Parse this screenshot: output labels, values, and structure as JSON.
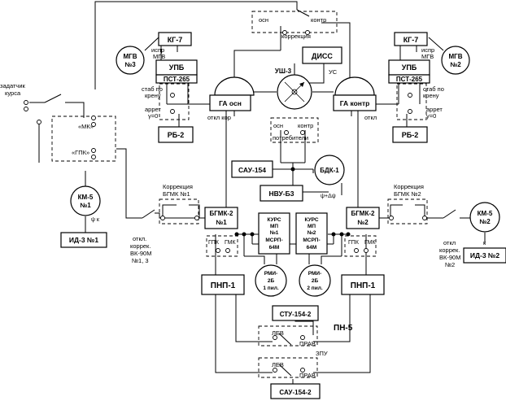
{
  "blocks": {
    "kg7_left": "КГ-7",
    "upb_left": "УПБ",
    "pst_left": "ПСТ-265",
    "mgv3": [
      "МГВ",
      "№3"
    ],
    "kg7_right": "КГ-7",
    "upb_right": "УПБ",
    "pst_right": "ПСТ-265",
    "mgv2": [
      "МГВ",
      "№2"
    ],
    "diss": "ДИСС",
    "ush3": "УШ-3",
    "ga_osn": "ГА осн",
    "ga_kontr": "ГА контр",
    "rb2_left": "РБ-2",
    "rb2_right": "РБ-2",
    "sau154": "САУ-154",
    "bdk1": "БДК-1",
    "nvu_b3": "НВУ-Б3",
    "km5_left": [
      "КМ-5",
      "№1"
    ],
    "km5_right": [
      "КМ-5",
      "№2"
    ],
    "id3_left": "ИД-3 №1",
    "id3_right": "ИД-3 №2",
    "bgmk2_left": [
      "БГМК-2",
      "№1"
    ],
    "bgmk2_right": [
      "БГМК-2",
      "№2"
    ],
    "kurs_mp1": [
      "КУРС",
      "МП",
      "№1",
      "МСРП-",
      "64М"
    ],
    "kurs_mp2": [
      "КУРС",
      "МП",
      "№2",
      "МСРП-",
      "64М"
    ],
    "rmi_1": [
      "РМИ-",
      "2Б",
      "1 пил."
    ],
    "rmi_2": [
      "РМИ-",
      "2Б",
      "2 пил."
    ],
    "pnp_left": "ПНП-1",
    "pnp_right": "ПНП-1",
    "stu154": "СТУ-154-2",
    "sau154_2": "САУ-154-2",
    "pn5": "ПН-5"
  },
  "labels": {
    "zadatchik": [
      "задатчик",
      "курса"
    ],
    "mk": "«МК»",
    "gpk": "«ГПК»",
    "osn_korr": "осн",
    "kontr_korr": "контр",
    "korrektsiya": "коррекция",
    "ispr_mgv_left": [
      "испр",
      "МГВ"
    ],
    "ispr_mgv_right": [
      "испр",
      "МГВ"
    ],
    "stab_left": [
      "стаб по",
      "крену"
    ],
    "stab_right": [
      "стаб по",
      "крену"
    ],
    "arret_left": [
      "аррет",
      "γ=0"
    ],
    "arret_right": [
      "аррет",
      "γ=0"
    ],
    "otkl_kor": "откл кор",
    "otkl": "откл",
    "us": "УС",
    "osn_potr": "осн",
    "kontr_potr": "контр",
    "potrebiteli": "потребители",
    "psi_dpsi": "ψ+Δψ",
    "psi_k_left": "ψ к",
    "psi_k_right": "к",
    "korr_bgmk1": [
      "Коррекция",
      "БГМК №1"
    ],
    "korr_bgmk2": [
      "Коррекция",
      "БГМК №2"
    ],
    "otkl_korrek_left": [
      "откл.",
      "коррек.",
      "ВК-90М",
      "№1, 3"
    ],
    "otkl_korrek_right": [
      "откл",
      "коррек.",
      "ВК-90М",
      "№2"
    ],
    "gpk_l": "ГПК",
    "gmk_l": "ГМК",
    "gpk_r": "ГПК",
    "gmk_r": "ГМК",
    "lev_1": "ЛЕВ",
    "prav_1": "ПРАВ",
    "zpu": "ЗПУ",
    "lev_2": "ЛЕВ",
    "prav_2": "ПРАВ"
  }
}
